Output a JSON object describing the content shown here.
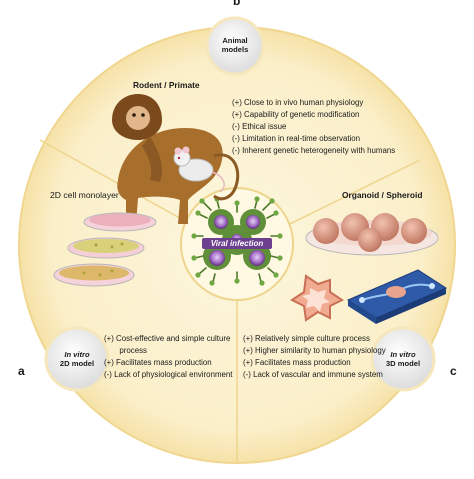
{
  "panel_letters": {
    "top": "b",
    "left": "a",
    "right": "c"
  },
  "center": {
    "label": "Viral infection"
  },
  "badges": {
    "animal": {
      "line1": "Animal",
      "line2": "models"
    },
    "invitro2d": {
      "line1": "In vitro",
      "line2": "2D model"
    },
    "invitro3d": {
      "line1": "In vitro",
      "line2": "3D model"
    }
  },
  "animal": {
    "title": "Rodent / Primate",
    "points": [
      "(+) Close to in vivo human physiology",
      "(+) Capability of genetic modification",
      "(-) Ethical issue",
      "(-) Limitation in  real-time observation",
      "(-) Inherent genetic heterogeneity with humans"
    ]
  },
  "model2d": {
    "title": "2D cell monolayer",
    "points": [
      "(+) Cost-effective and simple culture",
      "       process",
      "(+) Facilitates mass production",
      "(-) Lack of physiological environment"
    ]
  },
  "model3d": {
    "title": "Organoid / Spheroid",
    "points": [
      "(+) Relatively simple culture process",
      "(+) Higher similarity to human physiology",
      "(+) Facilitates mass production",
      "(-) Lack of vascular and immune system"
    ]
  },
  "colors": {
    "disc": "#fbefc9",
    "disc_edge": "#f4dc95",
    "divider": "#efd68a",
    "badge": "#ececec",
    "virus": "#5f8f38",
    "virus_core": "#b17cd0",
    "dish_pink": "#e9a7b6",
    "organoid": "#d99a86"
  }
}
